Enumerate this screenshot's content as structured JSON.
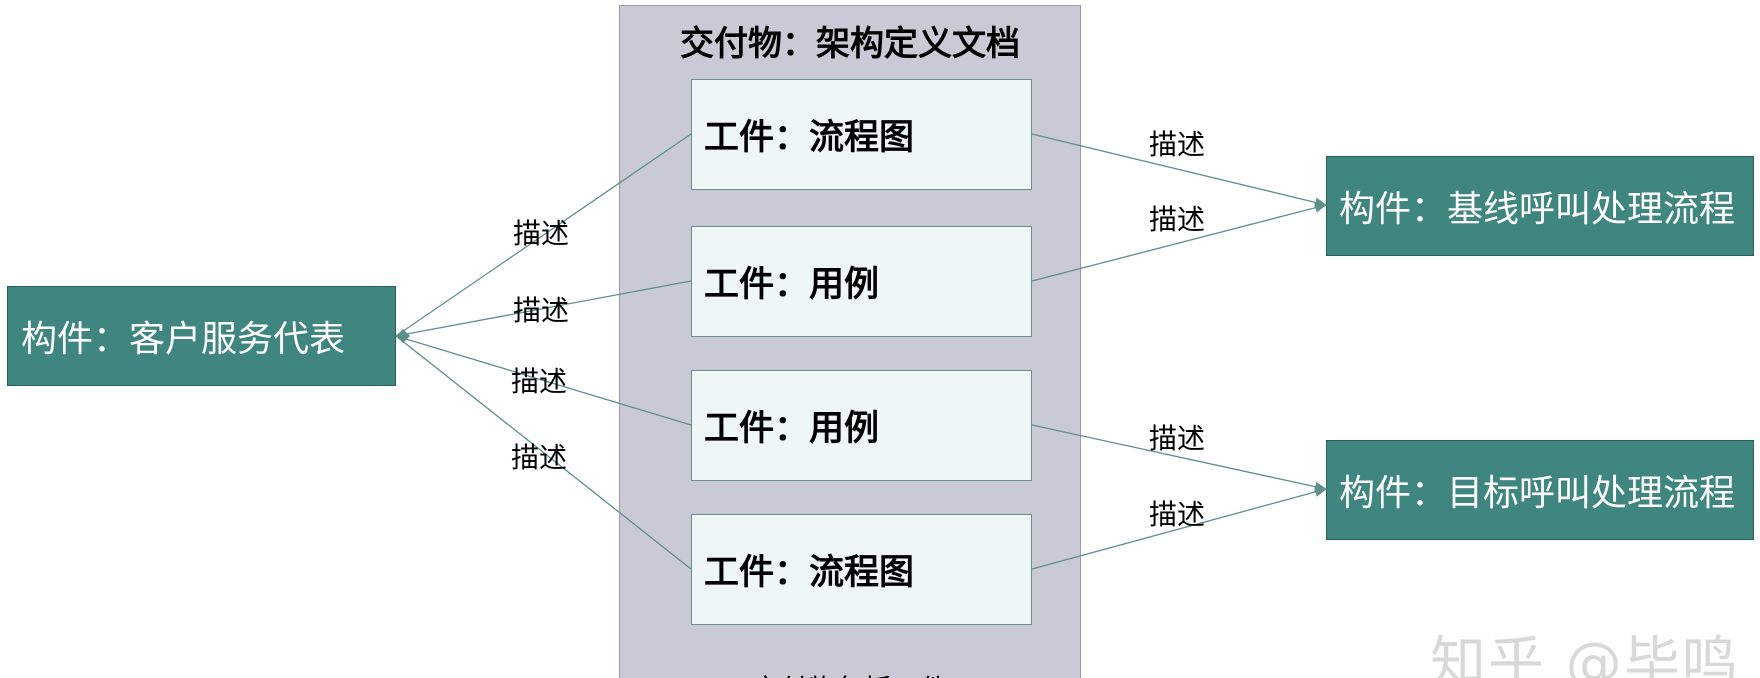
{
  "deliverable": {
    "title": "交付物：架构定义文档",
    "caption": "交付物包括工件"
  },
  "artifacts": [
    "工件：流程图",
    "工件：用例",
    "工件：用例",
    "工件：流程图"
  ],
  "components": {
    "customer_service": "构件：客户服务代表",
    "baseline_process": "构件：基线呼叫处理流程",
    "target_process": "构件：目标呼叫处理流程"
  },
  "edge_labels": {
    "left": [
      "描述",
      "描述",
      "描述",
      "描述"
    ],
    "right": [
      "描述",
      "描述",
      "描述",
      "描述"
    ]
  },
  "colors": {
    "component_fill": "#3f8580",
    "artifact_fill": "#eef6f6",
    "container_fill": "#cacad6",
    "edge": "#5e8f8c"
  },
  "watermark": "知乎 @毕鸣"
}
